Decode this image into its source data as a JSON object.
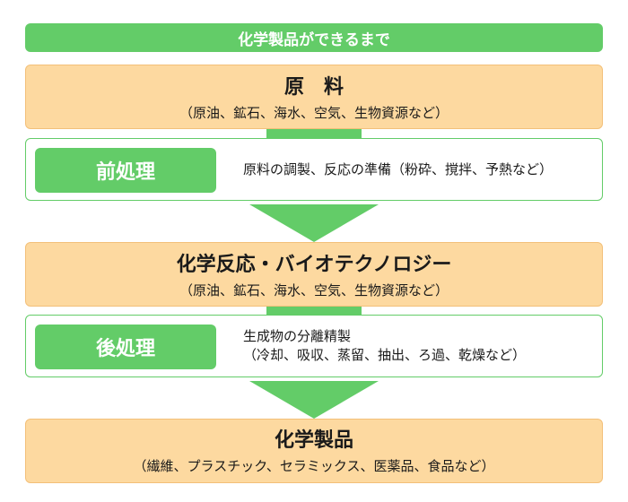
{
  "title": "化学製品ができるまで",
  "raw_material": {
    "title": "原　料",
    "sub": "（原油、鉱石、海水、空気、生物資源など）"
  },
  "pre_process": {
    "label": "前処理",
    "desc": "原料の調製、反応の準備（粉砕、撹拌、予熱など）"
  },
  "reaction": {
    "title": "化学反応・バイオテクノロジー",
    "sub": "（原油、鉱石、海水、空気、生物資源など）"
  },
  "post_process": {
    "label": "後処理",
    "desc_line1": "生成物の分離精製",
    "desc_line2": "（冷却、吸収、蒸留、抽出、ろ過、乾燥など）"
  },
  "product": {
    "title": "化学製品",
    "sub": "（繊維、プラスチック、セラミックス、医薬品、食品など）"
  },
  "colors": {
    "green": "#63cc68",
    "orange_fill": "#fdd9a0",
    "orange_border": "#f3c079"
  }
}
